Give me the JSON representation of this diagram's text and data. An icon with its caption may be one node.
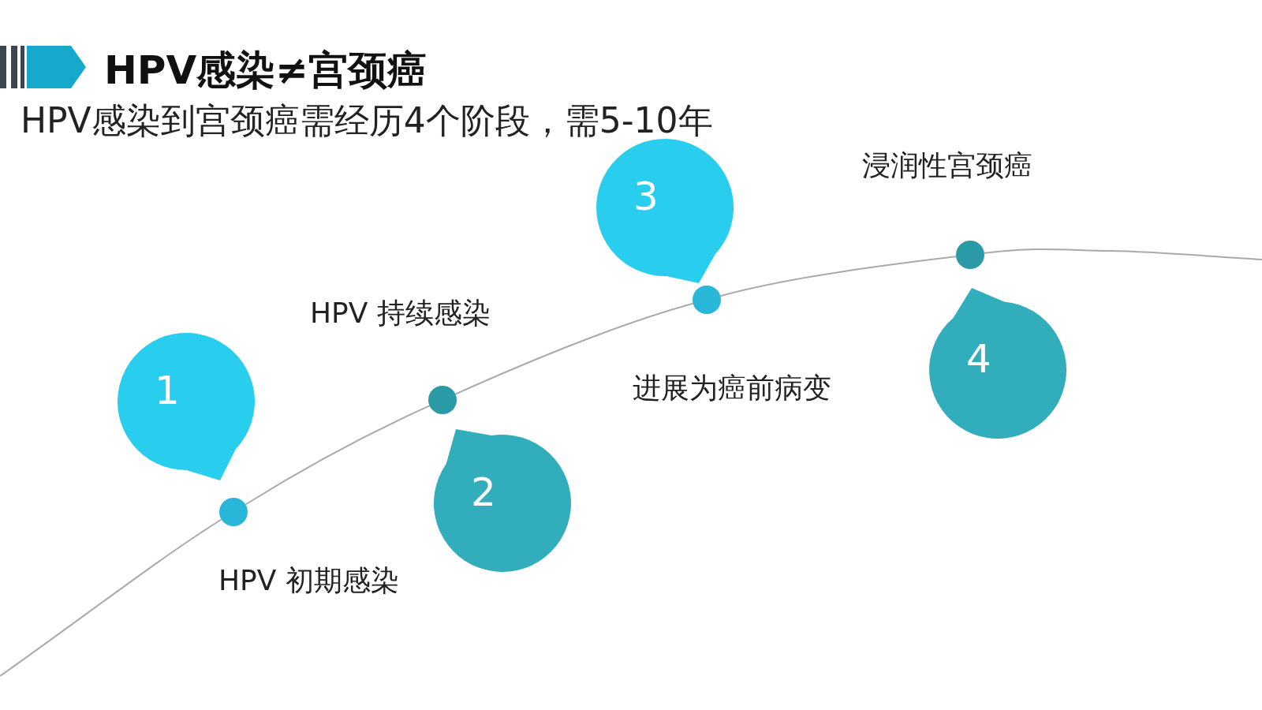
{
  "diagram": {
    "title": "HPV感染≠宫颈癌",
    "nodes": [
      {
        "text": [
          "1"
        ]
      },
      {
        "text": [],
        "shape": "circle",
        "beside": [
          "HPV 初期感染"
        ]
      },
      {
        "text": [
          "2"
        ]
      },
      {
        "text": [],
        "shape": "circle",
        "beside": [
          "HPV 持续感染"
        ]
      },
      {
        "text": [
          "3"
        ]
      },
      {
        "text": [],
        "shape": "circle",
        "beside": [
          "进展为癌前病变"
        ]
      },
      {
        "text": [
          "4"
        ]
      },
      {
        "text": [],
        "shape": "circle",
        "beside": [
          "浸润性宫颈癌"
        ]
      }
    ],
    "edges": [
      {
        "from": null,
        "to": 1,
        "arrow": "none"
      },
      {
        "from": 1,
        "to": 3,
        "arrow": "none"
      },
      {
        "from": 3,
        "to": 5,
        "arrow": "none"
      },
      {
        "from": 5,
        "to": 7,
        "arrow": "none"
      },
      {
        "from": 7,
        "to": null,
        "arrow": "none"
      }
    ],
    "labels": [
      "HPV感染到宫颈癌需经历4个阶段，需5-10年"
    ]
  }
}
